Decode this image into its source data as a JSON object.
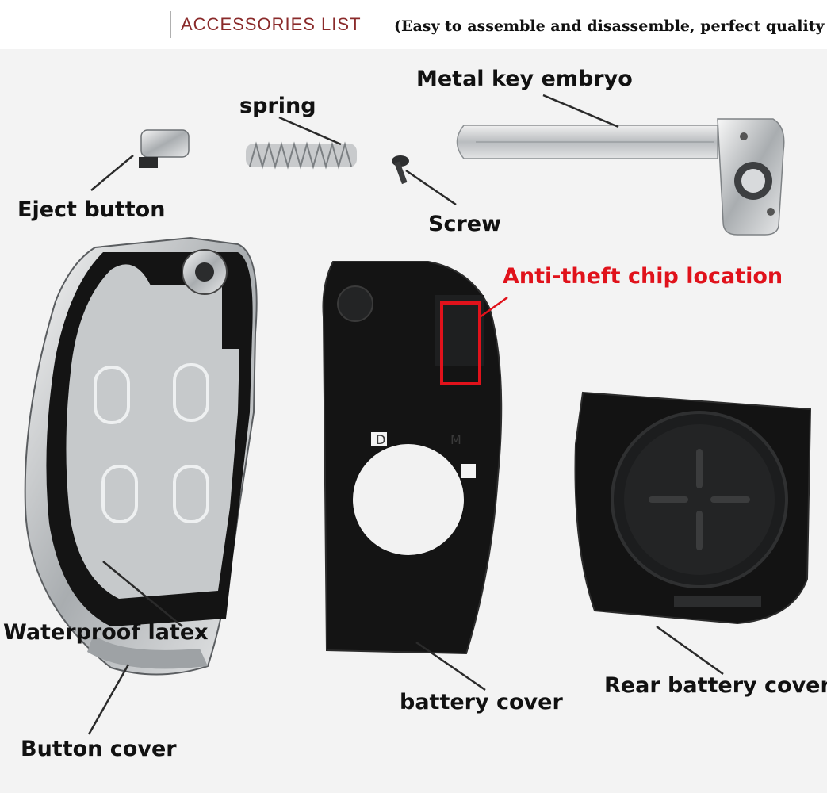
{
  "header": {
    "title": "ACCESSORIES LIST",
    "subtitle": "(Easy to assemble and disassemble, perfect quality"
  },
  "labels": {
    "metal_key": "Metal key embryo",
    "spring": "spring",
    "eject_button": "Eject button",
    "screw": "Screw",
    "anti_theft": "Anti-theft chip location",
    "waterproof": "Waterproof latex",
    "battery_cover": "battery cover",
    "rear_battery_cover": "Rear battery cover",
    "button_cover": "Button cover"
  },
  "colors": {
    "header_title": "#8a2a2a",
    "annotation_red": "#e0121b",
    "shell_black": "#141414",
    "latex_gray": "#c6c9cb",
    "chrome": "#cfd2d4"
  }
}
